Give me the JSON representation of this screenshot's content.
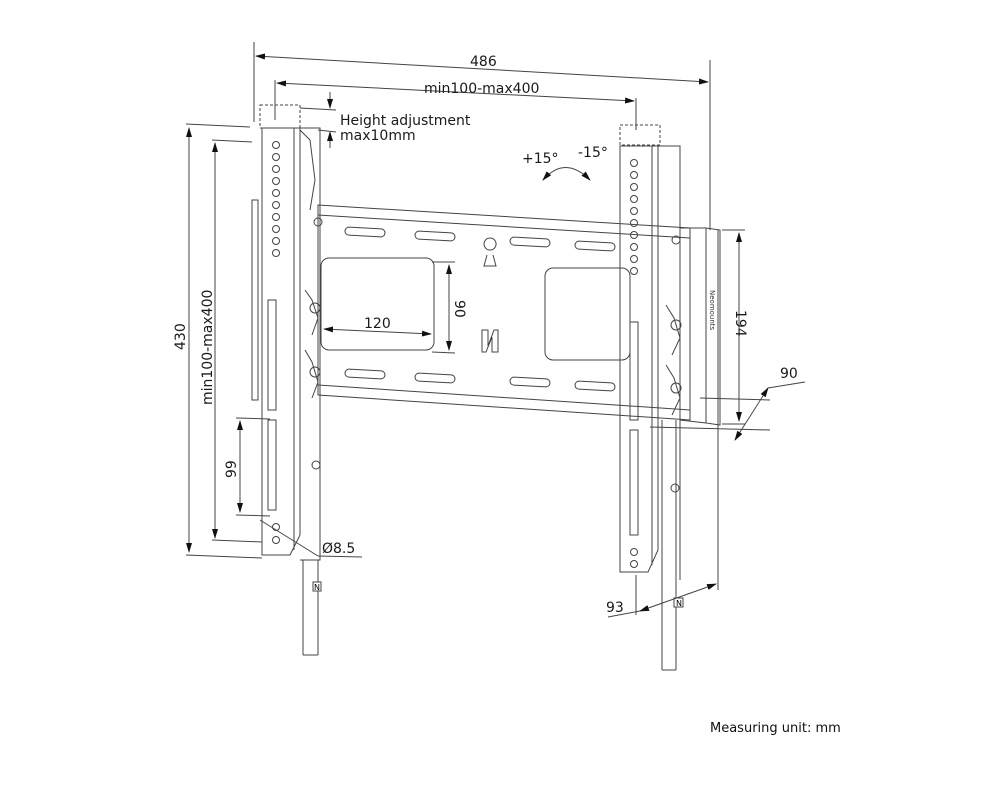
{
  "diagram": {
    "subject": "Tilting TV wall mount technical drawing",
    "dimensions": {
      "overall_width": "486",
      "vesa_width": "min100-max400",
      "height_adjustment_line1": "Height adjustment",
      "height_adjustment_line2": "max10mm",
      "tilt_plus": "+15°",
      "tilt_minus": "-15°",
      "overall_height": "430",
      "vesa_height": "min100-max400",
      "cutout_width": "120",
      "cutout_height": "90",
      "wall_plate_height": "194",
      "depth": "90",
      "slot_length": "99",
      "hole_diameter": "Ø8.5",
      "arm_depth": "93"
    },
    "labels": {
      "logo_mark": "N",
      "brand_side": "Neomounts"
    },
    "footer_note": "Measuring unit: mm"
  }
}
